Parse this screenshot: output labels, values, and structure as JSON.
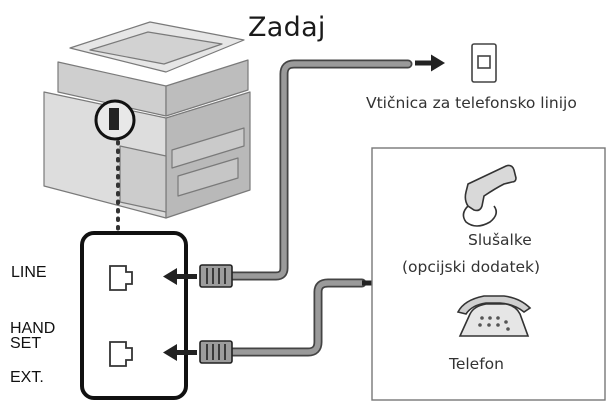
{
  "title": "Zadaj",
  "wall_jack_label": "Vtičnica za telefonsko linijo",
  "handset_label_line1": "Slušalke",
  "handset_label_line2": "(opcijski dodatek)",
  "telephone_label": "Telefon",
  "ports": {
    "line": "LINE",
    "hand": "HAND",
    "set": "SET",
    "ext": "EXT."
  }
}
